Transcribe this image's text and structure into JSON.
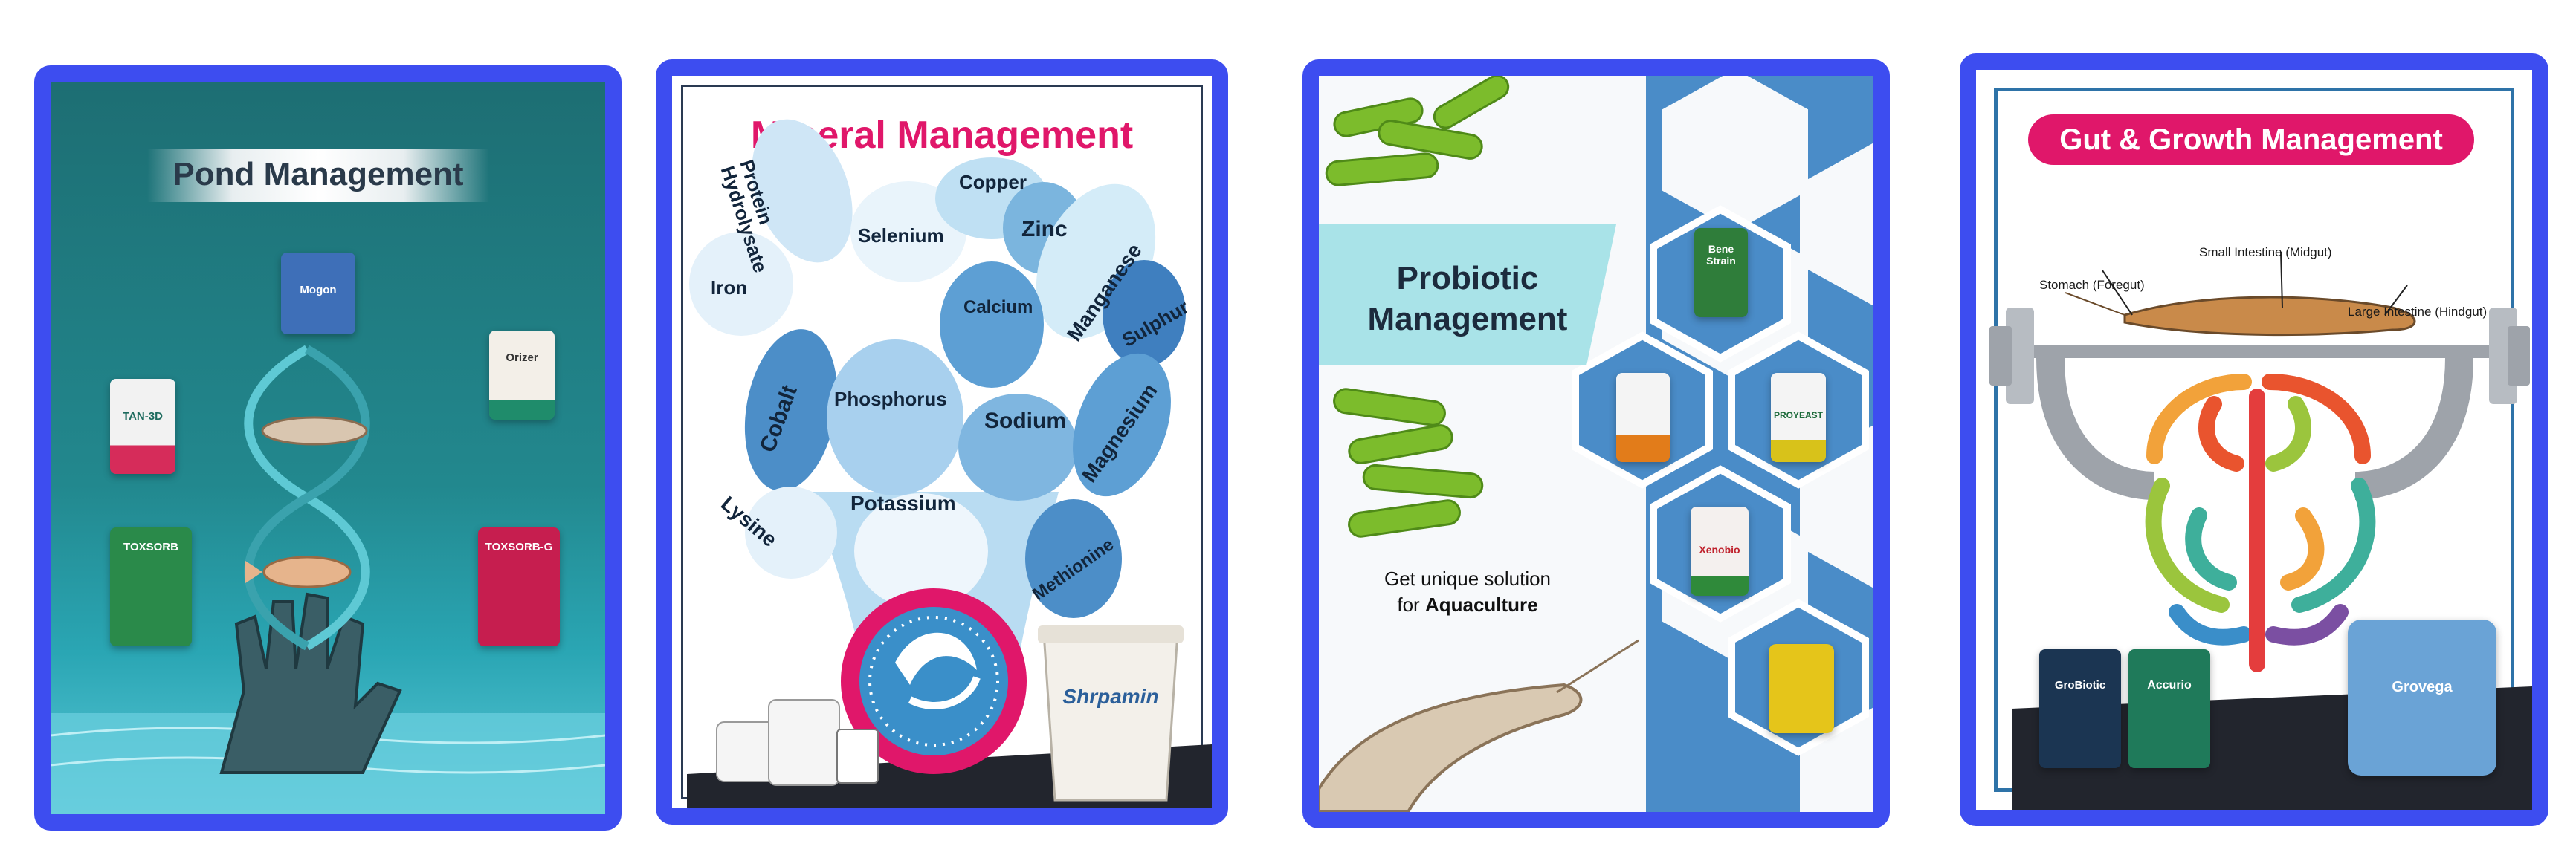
{
  "cards": [
    {
      "title": "Pond Management",
      "products": [
        "TAN-3D",
        "Orizer",
        "TOXSORB",
        "TOXSORB-G",
        "Mogon"
      ]
    },
    {
      "title": "Mineral Management",
      "minerals": [
        "Protein Hydrolysate",
        "Copper",
        "Zinc",
        "Iron",
        "Selenium",
        "Manganese",
        "Calcium",
        "Sulphur",
        "Cobalt",
        "Phosphorus",
        "Sodium",
        "Magnesium",
        "Lysine",
        "Potassium",
        "Methionine"
      ],
      "product": "Shrpamin"
    },
    {
      "title_line1": "Probiotic",
      "title_line2": "Management",
      "tagline_line1": "Get unique solution",
      "tagline_prefix": "for ",
      "tagline_emphasis": "Aquaculture",
      "products": [
        "Bene Strain",
        "PROYEAST",
        "Xenobio"
      ]
    },
    {
      "title": "Gut & Growth Management",
      "labels": {
        "midgut": "Small Intestine (Midgut)",
        "foregut": "Stomach (Foregut)",
        "hindgut": "Large Intestine (Hindgut)"
      },
      "products": [
        "GroBiotic",
        "Accurio",
        "Grovega"
      ]
    }
  ],
  "colors": {
    "frame": "#3d4df0",
    "accent_pink": "#e0176a",
    "blue": "#4a8cc8",
    "teal": "#22888e"
  }
}
